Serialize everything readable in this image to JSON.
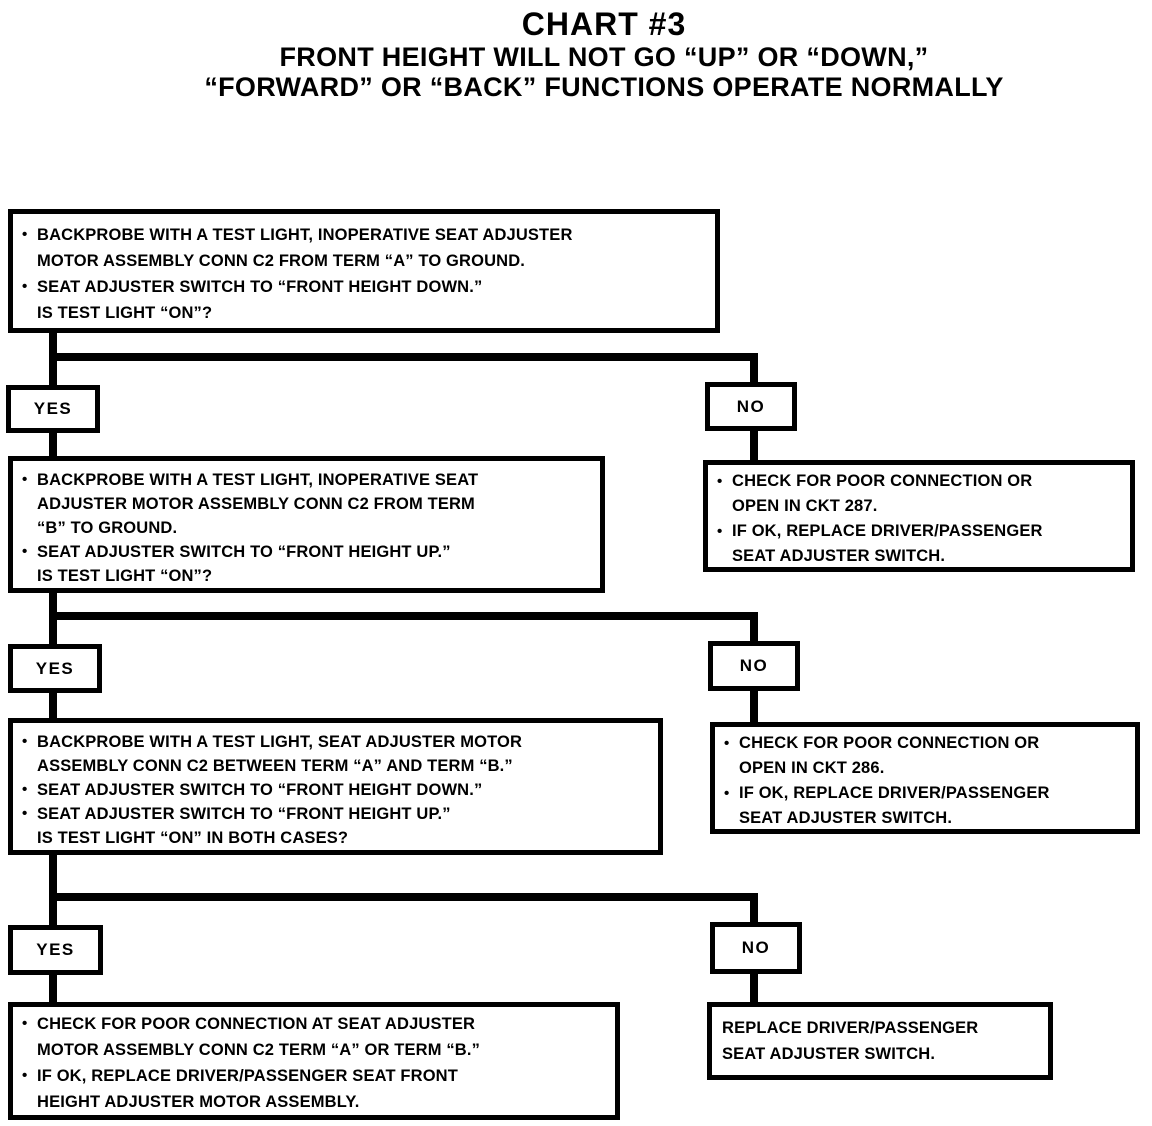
{
  "title": {
    "line1": "CHART #3",
    "line2": "FRONT HEIGHT WILL NOT GO “UP” OR “DOWN,”",
    "line3": "“FORWARD” OR “BACK” FUNCTIONS OPERATE NORMALLY"
  },
  "labels": {
    "yes": "YES",
    "no": "NO"
  },
  "boxes": {
    "step1": {
      "lines": [
        "BACKPROBE WITH A TEST LIGHT, INOPERATIVE SEAT ADJUSTER",
        "MOTOR ASSEMBLY CONN C2 FROM TERM “A” TO GROUND.",
        "SEAT ADJUSTER SWITCH TO “FRONT HEIGHT DOWN.”",
        "IS TEST LIGHT “ON”?"
      ]
    },
    "step2": {
      "lines": [
        "BACKPROBE WITH A TEST LIGHT, INOPERATIVE SEAT",
        "ADJUSTER MOTOR ASSEMBLY CONN C2 FROM TERM",
        "“B” TO GROUND.",
        "SEAT ADJUSTER SWITCH TO “FRONT HEIGHT UP.”",
        "IS TEST LIGHT “ON”?"
      ]
    },
    "no1_result": {
      "lines": [
        "CHECK FOR POOR CONNECTION OR",
        "OPEN IN CKT 287.",
        "IF OK, REPLACE DRIVER/PASSENGER",
        "SEAT ADJUSTER SWITCH."
      ]
    },
    "step3": {
      "lines": [
        "BACKPROBE WITH A TEST LIGHT, SEAT ADJUSTER MOTOR",
        "ASSEMBLY CONN C2 BETWEEN TERM “A” AND TERM “B.”",
        "SEAT ADJUSTER SWITCH TO “FRONT HEIGHT DOWN.”",
        "SEAT ADJUSTER SWITCH TO “FRONT HEIGHT UP.”",
        "IS TEST LIGHT “ON” IN BOTH CASES?"
      ]
    },
    "no2_result": {
      "lines": [
        "CHECK FOR POOR CONNECTION OR",
        "OPEN IN CKT 286.",
        "IF OK, REPLACE DRIVER/PASSENGER",
        "SEAT ADJUSTER SWITCH."
      ]
    },
    "yes3_result": {
      "lines": [
        "CHECK FOR POOR CONNECTION AT SEAT ADJUSTER",
        "MOTOR ASSEMBLY CONN C2 TERM “A” OR TERM “B.”",
        "IF OK, REPLACE DRIVER/PASSENGER SEAT FRONT",
        "HEIGHT ADJUSTER MOTOR ASSEMBLY."
      ]
    },
    "no3_result": {
      "lines": [
        "REPLACE DRIVER/PASSENGER",
        "SEAT ADJUSTER SWITCH."
      ]
    }
  },
  "colors": {
    "ink": "#000000",
    "background": "#ffffff"
  }
}
